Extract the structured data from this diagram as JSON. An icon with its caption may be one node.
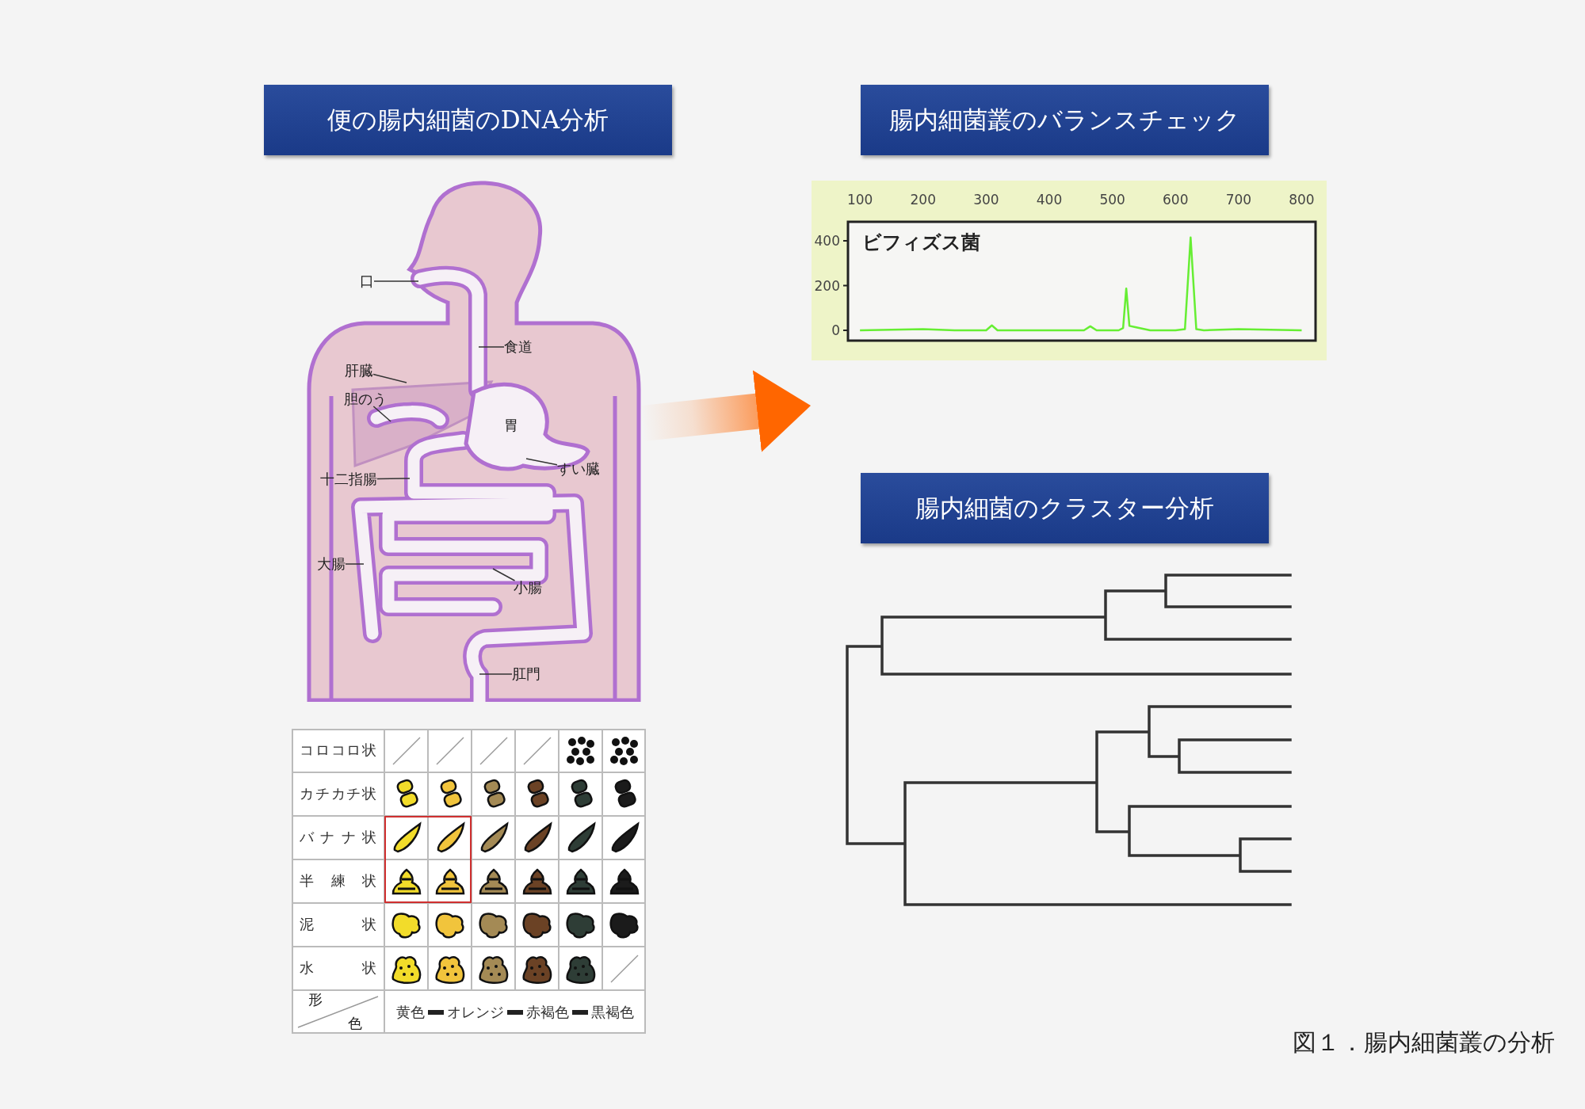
{
  "diagram": {
    "caption": "図１．腸内細菌叢の分析",
    "nodes": [
      {
        "text": [
          "便の腸内細菌のDNA分析"
        ]
      },
      {
        "text": [
          "腸内細菌叢のバランスチェック"
        ]
      },
      {
        "text": [
          "腸内細菌のクラスター分析"
        ]
      },
      {
        "text": [],
        "shape": "picture"
      },
      {
        "text": [
          "口"
        ]
      },
      {
        "text": [
          "食道"
        ],
        "in": 3
      },
      {
        "text": [
          "肝臓"
        ],
        "in": 3
      },
      {
        "text": [
          "胆のう"
        ],
        "in": 3
      },
      {
        "text": [
          "すい臓"
        ],
        "in": 3
      },
      {
        "text": [
          "十二指腸"
        ],
        "in": 3
      },
      {
        "text": [
          "大腸"
        ],
        "in": 3
      },
      {
        "text": [
          "小腸"
        ],
        "in": 3
      },
      {
        "text": [
          "肛門"
        ],
        "in": 3
      }
    ],
    "edges": [
      {
        "from": 3,
        "to": 1,
        "arrow": "to",
        "style": "thick",
        "color": "#ff6600"
      },
      {
        "from": 4,
        "to": 3,
        "arrow": "none"
      },
      {
        "from": 5,
        "to": 3,
        "arrow": "none"
      },
      {
        "from": 6,
        "to": 3,
        "arrow": "none"
      },
      {
        "from": 7,
        "to": 3,
        "arrow": "none"
      },
      {
        "from": 8,
        "to": 3,
        "arrow": "none"
      },
      {
        "from": 9,
        "to": 3,
        "arrow": "none"
      },
      {
        "from": 10,
        "to": 3,
        "arrow": "none"
      },
      {
        "from": 11,
        "to": 3,
        "arrow": "none"
      },
      {
        "from": 12,
        "to": 3,
        "arrow": "none"
      }
    ],
    "labels": [
      "胃",
      "コロコロ状",
      "カチカチ状",
      "バナナ状",
      "半練状",
      "泥状",
      "水状",
      "形",
      "色",
      "黄色",
      "オレンジ",
      "赤褐色",
      "黒褐色"
    ],
    "chart_data": {
      "type": "line",
      "xticks": [
        100,
        200,
        300,
        400,
        500,
        600,
        700,
        800
      ],
      "yticks": [
        0,
        200,
        400
      ],
      "xlim": [
        81,
        822
      ],
      "ylim": [
        -46,
        485
      ],
      "x": [
        100,
        200,
        250,
        300,
        309,
        318,
        400,
        455,
        465,
        475,
        510,
        517,
        522,
        527,
        535,
        560,
        600,
        615,
        624,
        633,
        645,
        700,
        800
      ],
      "series": [
        {
          "color": "#66ee33",
          "values": [
            0,
            5,
            0,
            0,
            22,
            0,
            0,
            0,
            18,
            0,
            0,
            10,
            187,
            20,
            15,
            0,
            0,
            5,
            415,
            5,
            0,
            5,
            0
          ]
        }
      ],
      "annotations": [
        {
          "text": "ビフィズス菌"
        }
      ]
    }
  }
}
